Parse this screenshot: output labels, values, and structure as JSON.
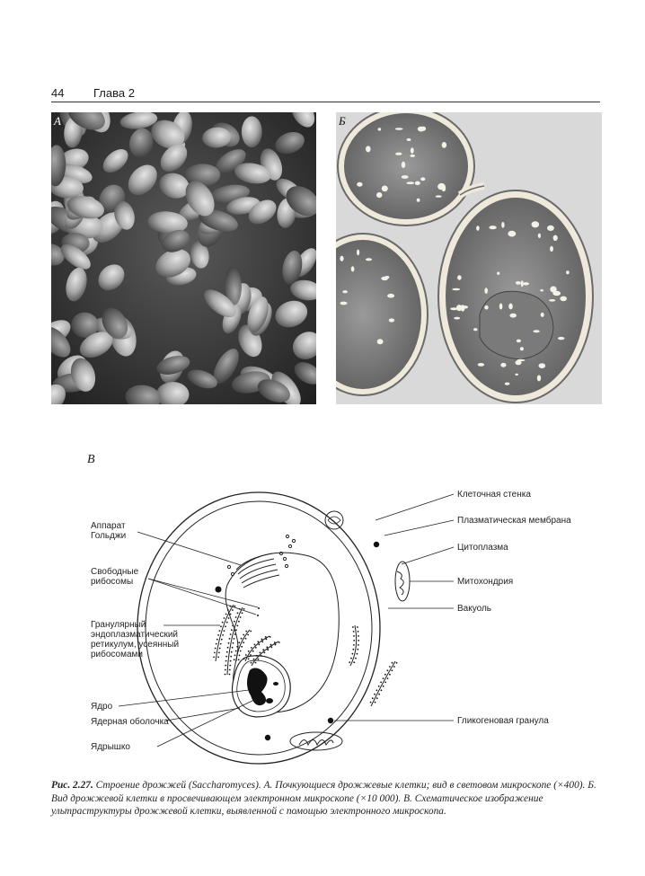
{
  "header": {
    "page_number": "44",
    "chapter": "Глава 2"
  },
  "panels": {
    "a": "А",
    "b": "Б",
    "v": "В"
  },
  "diagram": {
    "labels": {
      "golgi_l1": "Аппарат",
      "golgi_l2": "Гольджи",
      "ribo_l1": "Свободные",
      "ribo_l2": "рибосомы",
      "er_l1": "Гранулярный",
      "er_l2": "эндоплазматический",
      "er_l3": "ретикулум, усеянный",
      "er_l4": "рибосомами",
      "nucleus": "Ядро",
      "nuclear_envelope": "Ядерная оболочка",
      "nucleolus": "Ядрышко",
      "cell_wall": "Клеточная стенка",
      "plasma_membrane": "Плазматическая мембрана",
      "cytoplasm": "Цитоплазма",
      "mitochondrion": "Митохондрия",
      "vacuole": "Вакуоль",
      "glycogen": "Гликогеновая гранула"
    }
  },
  "caption": {
    "prefix": "Рис. 2.27.",
    "text": " Строение дрожжей (Saccharomyces). А. Почкующиеся дрожжевые клетки; вид в световом микроскопе (×400). Б. Вид дрожжевой клетки в просвечивающем электронном микроскопе (×10 000). В. Схематическое изображение ультраструктуры дрожжевой клетки, выявленной с помощью электронного микроскопа."
  }
}
